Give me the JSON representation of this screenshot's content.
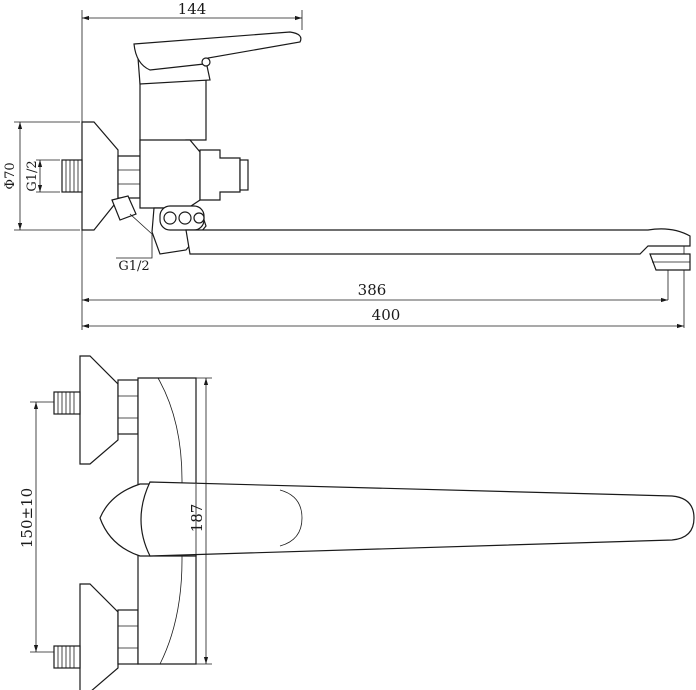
{
  "dimensions": {
    "top_width": "144",
    "diameter": "Φ70",
    "thread_left": "G1/2",
    "thread_bottom": "G1/2",
    "spout_reach": "386",
    "total_length": "400",
    "center_distance": "150±10",
    "body_height": "187"
  }
}
